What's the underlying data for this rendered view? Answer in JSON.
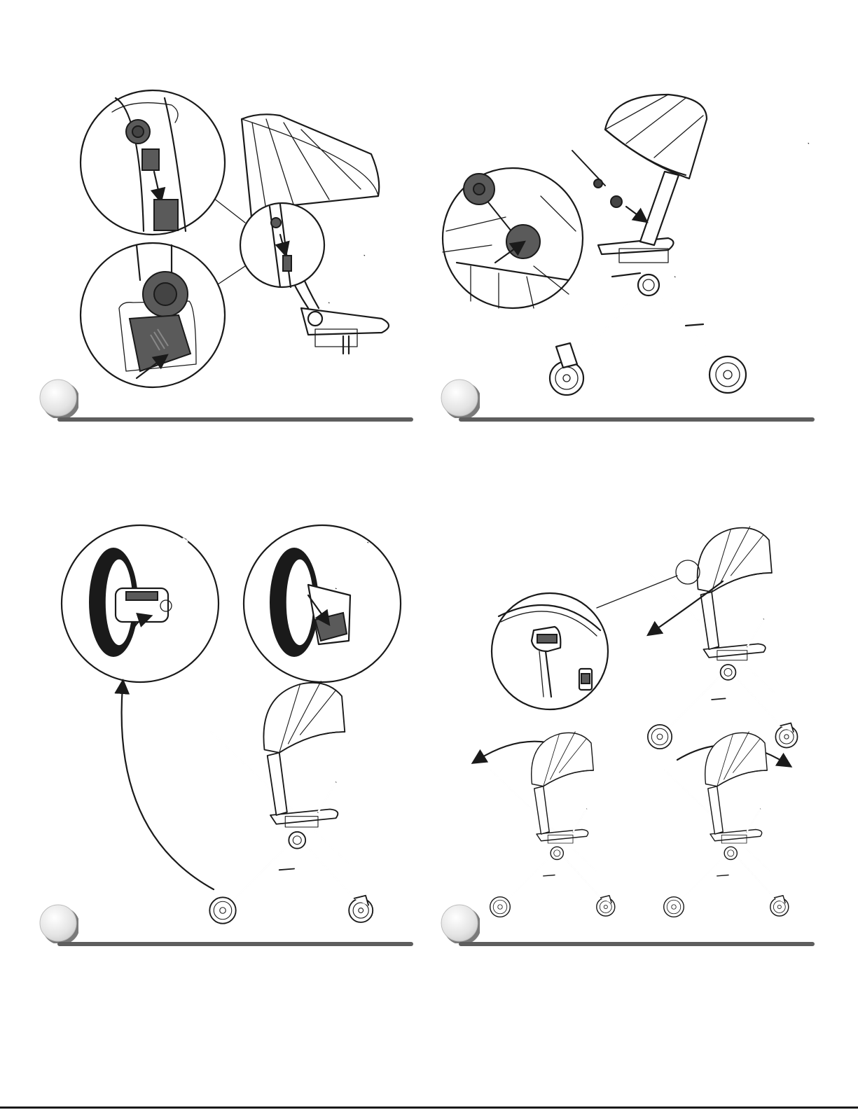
{
  "page": {
    "type": "assembly-instructions",
    "colors": {
      "ink": "#1a1a1a",
      "rule": "#5e5e5e",
      "badge_light": "#e6e6e6",
      "badge_shadow": "#7a7a7a",
      "part_fill": "#5a5a5a"
    }
  },
  "steps": [
    {
      "icon": "step-badge-icon",
      "illustration": "canopy-attach-illustration"
    },
    {
      "icon": "step-badge-icon",
      "illustration": "bumper-bar-attach-illustration"
    },
    {
      "icon": "step-badge-icon",
      "illustration": "wheel-brake-illustration"
    },
    {
      "icon": "step-badge-icon",
      "illustration": "seat-reverse-illustration"
    }
  ]
}
